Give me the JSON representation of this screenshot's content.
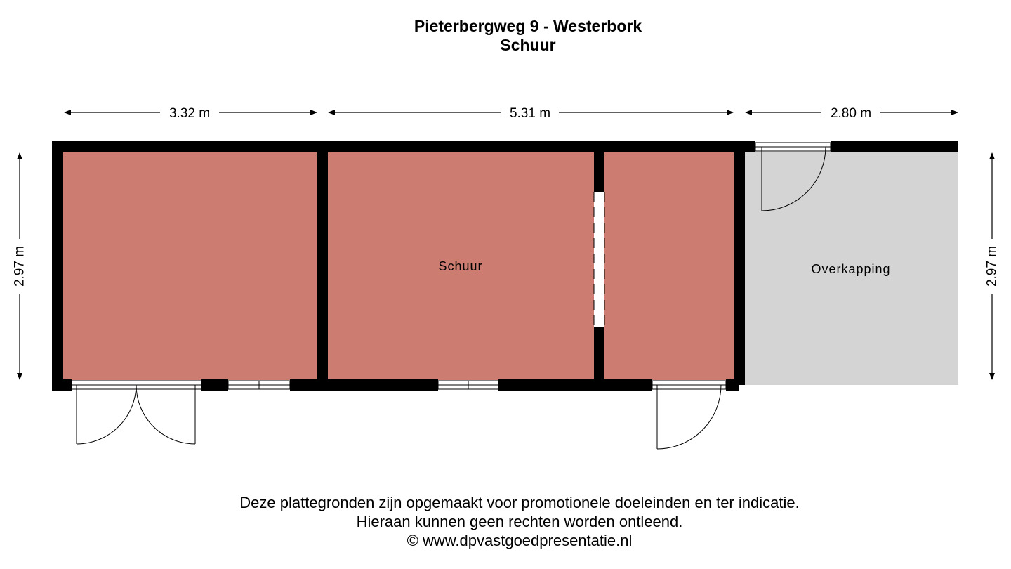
{
  "header": {
    "address": "Pieterbergweg 9 - Westerbork",
    "floor": "Schuur"
  },
  "dimensions": {
    "width_left": "3.32 m",
    "width_middle": "5.31 m",
    "width_right": "2.80 m",
    "height_left": "2.97 m",
    "height_right": "2.97 m"
  },
  "rooms": {
    "schuur": "Schuur",
    "overkapping": "Overkapping"
  },
  "colors": {
    "room_fill": "#cc7c71",
    "covered_fill": "#d4d4d4",
    "wall": "#000000"
  },
  "footer": {
    "line1": "Deze plattegronden zijn opgemaakt voor promotionele doeleinden en ter indicatie.",
    "line2": "Hieraan kunnen geen rechten worden ontleend.",
    "line3": "© www.dpvastgoedpresentatie.nl"
  }
}
